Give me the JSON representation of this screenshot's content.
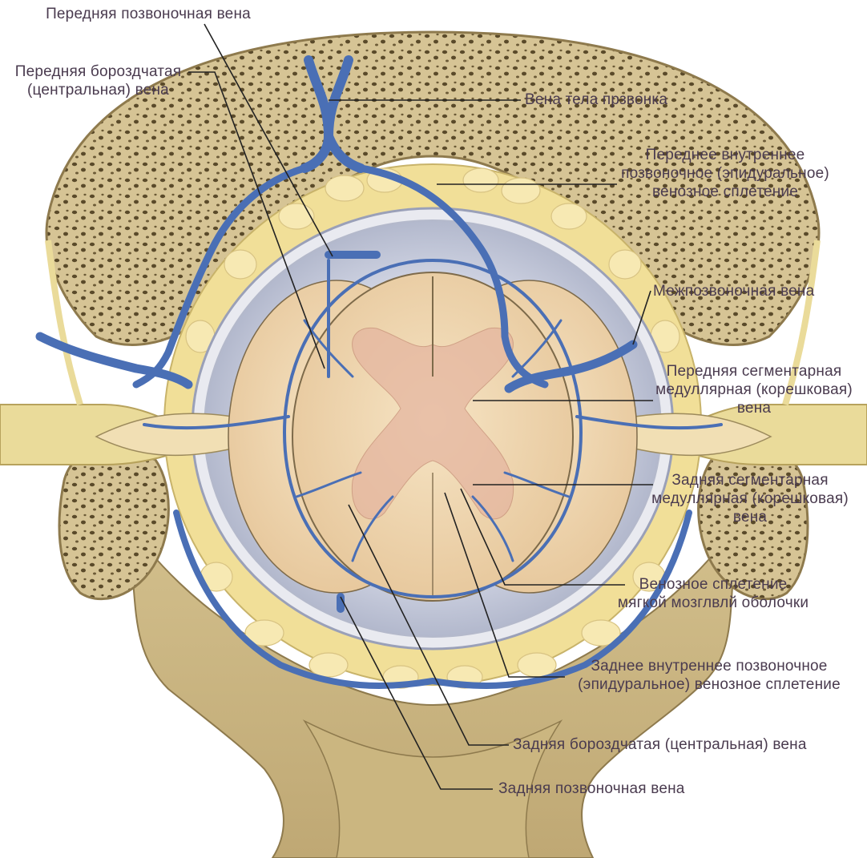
{
  "colors": {
    "bone": "#d9c89a",
    "bone_light": "#eadfbd",
    "bone_pore": "#5a4a2a",
    "fat": "#f3e3a0",
    "vein": "#4a6fb5",
    "vein_dark": "#2f4f8f",
    "dura": "#b9bed1",
    "cord": "#f1d9b6",
    "grey_matter": "#e8b9a7",
    "label_text": "#4a3b4f",
    "leader_line": "#222222"
  },
  "labels": {
    "anterior_spinal_vein": "Передняя позвоночная вена",
    "anterior_sulcal_vein": "Передняя бороздчатая\n(центральная) вена",
    "vertebral_body_vein": "Вена тела прзвонка",
    "anterior_internal_plexus": "Переднее внутреннее\nпозвоночное (эпидуральное)\nвенозное сплетение",
    "intervertebral_vein": "Межпозвоночная вена",
    "anterior_segmental_vein": "Передняя сегментарная\nмедуллярная (корешковая)\nвена",
    "posterior_segmental_vein": "Задняя сегментарная\nмедуллярная (корешковая)\nвена",
    "pial_venous_plexus": "Венозное сплетение\nмягкой мозглвлй оболочки",
    "posterior_internal_plexus": "Заднее внутреннее позвоночное\n(эпидуральное) венозное сплетение",
    "posterior_sulcal_vein": "Задняя бороздчатая (центральная) вена",
    "posterior_spinal_vein": "Задняя позвоночная вена"
  }
}
